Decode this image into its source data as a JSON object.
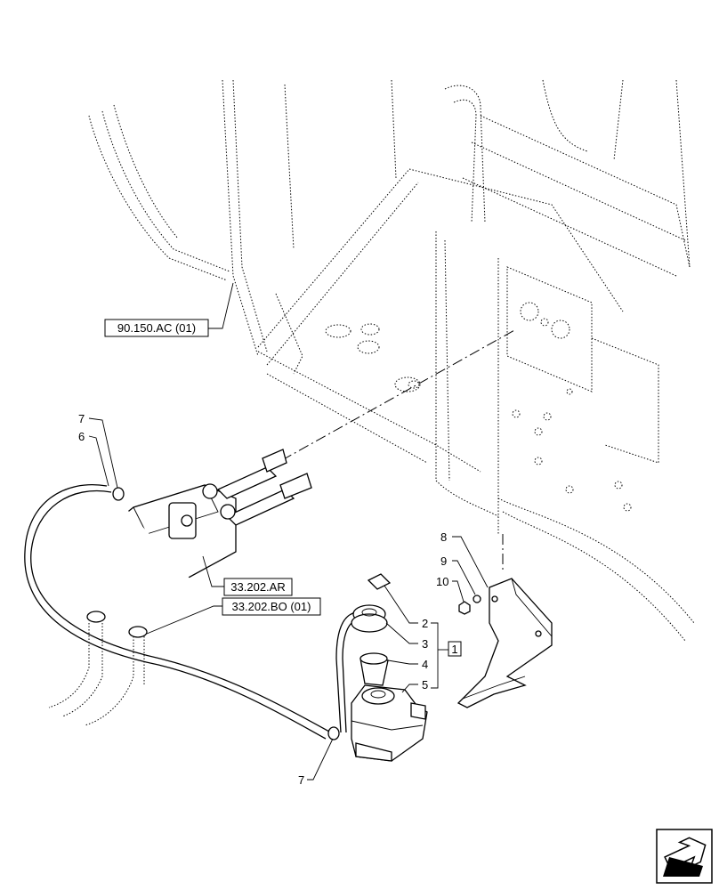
{
  "references": {
    "ref_1": "90.150.AC (01)",
    "ref_2": "33.202.AR",
    "ref_3": "33.202.BO (01)"
  },
  "callouts": {
    "c7_top": "7",
    "c6": "6",
    "c8": "8",
    "c9": "9",
    "c10": "10",
    "c2": "2",
    "c3": "3",
    "c4": "4",
    "c5": "5",
    "c1": "1",
    "c7_bottom": "7"
  },
  "icons": {
    "navigation": "arrow-icon"
  }
}
